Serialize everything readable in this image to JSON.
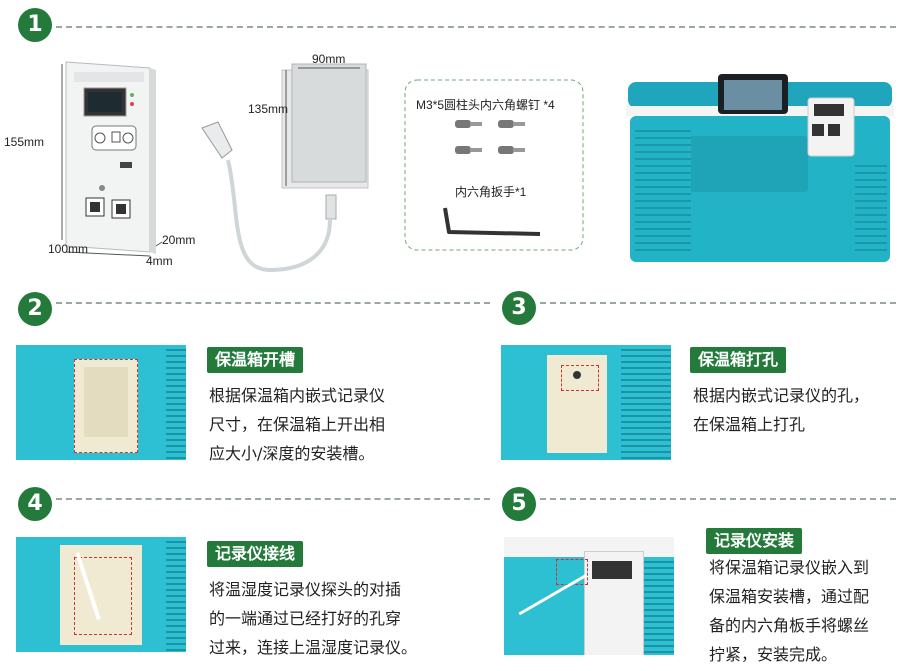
{
  "steps": [
    {
      "num": "1"
    },
    {
      "num": "2",
      "title": "保温箱开槽",
      "text": "根据保温箱内嵌式记录仪\n尺寸，在保温箱上开出相\n应大小/深度的安装槽。"
    },
    {
      "num": "3",
      "title": "保温箱打孔",
      "text": "根据内嵌式记录仪的孔，\n在保温箱上打孔"
    },
    {
      "num": "4",
      "title": "记录仪接线",
      "text": "将温湿度记录仪探头的对插\n的一端通过已经打好的孔穿\n过来，连接上温湿度记录仪。"
    },
    {
      "num": "5",
      "title": "记录仪安装",
      "text": "将保温箱记录仪嵌入到\n保温箱安装槽，通过配\n备的内六角板手将螺丝\n拧紧，安装完成。"
    }
  ],
  "dimensions": {
    "height": "155mm",
    "width": "100mm",
    "depth1": "20mm",
    "depth2": "4mm",
    "probe_w": "90mm",
    "probe_h": "135mm"
  },
  "accessories": {
    "screws": "M3*5圆柱头内六角螺钉 *4",
    "wrench": "内六角扳手*1"
  },
  "colors": {
    "green": "#237a3b",
    "teal": "#22b3c6"
  }
}
